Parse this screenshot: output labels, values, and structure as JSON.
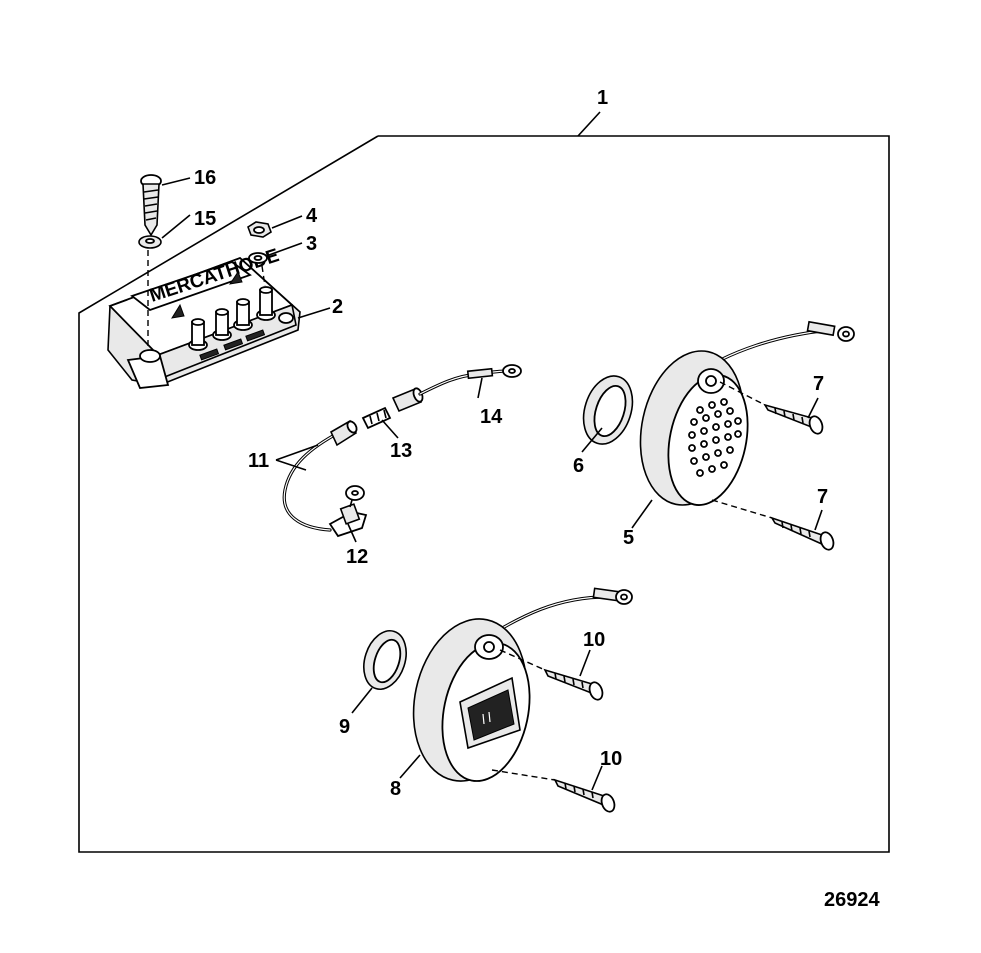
{
  "callouts": {
    "c1": "1",
    "c2": "2",
    "c3": "3",
    "c4": "4",
    "c5": "5",
    "c6": "6",
    "c7a": "7",
    "c7b": "7",
    "c8": "8",
    "c9": "9",
    "c10a": "10",
    "c10b": "10",
    "c11": "11",
    "c12": "12",
    "c13": "13",
    "c14": "14",
    "c15": "15",
    "c16": "16"
  },
  "module_label": "MERCATHODE",
  "reference_number": "26924"
}
